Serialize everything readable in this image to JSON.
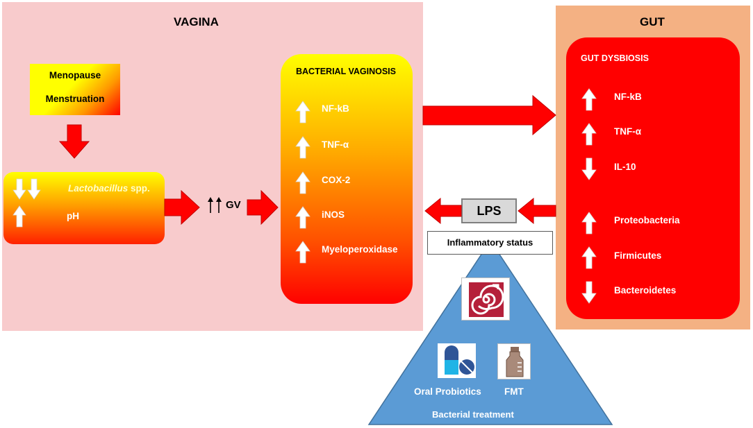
{
  "vagina": {
    "title": "VAGINA",
    "causes": [
      "Menopause",
      "Menstruation"
    ],
    "lactobacillus_genus": "Lactobacillus",
    "lactobacillus_suffix": " spp.",
    "ph_label": "pH",
    "gv_label": "GV",
    "bv": {
      "title": "BACTERIAL VAGINOSIS",
      "markers": [
        "NF-kB",
        "TNF-α",
        "COX-2",
        "iNOS",
        "Myeloperoxidase"
      ]
    }
  },
  "gut": {
    "title": "GUT",
    "dysbiosis": {
      "title": "GUT DYSBIOSIS",
      "markers": [
        {
          "label": "NF-kB",
          "direction": "up"
        },
        {
          "label": "TNF-α",
          "direction": "up"
        },
        {
          "label": "IL-10",
          "direction": "down"
        },
        {
          "label": "Proteobacteria",
          "direction": "up"
        },
        {
          "label": "Firmicutes",
          "direction": "up"
        },
        {
          "label": "Bacteroidetes",
          "direction": "down"
        }
      ]
    }
  },
  "center": {
    "lps_label": "LPS",
    "inflammatory_label": "Inflammatory status"
  },
  "treatment": {
    "probiotics_label": "Oral Probiotics",
    "fmt_label": "FMT",
    "title": "Bacterial treatment"
  },
  "colors": {
    "vagina_bg": "#f8cbcc",
    "gut_bg": "#f4b183",
    "arrow_red": "#ff0000",
    "triangle_blue": "#5b9bd5",
    "dysbiosis_red": "#ff0000"
  }
}
